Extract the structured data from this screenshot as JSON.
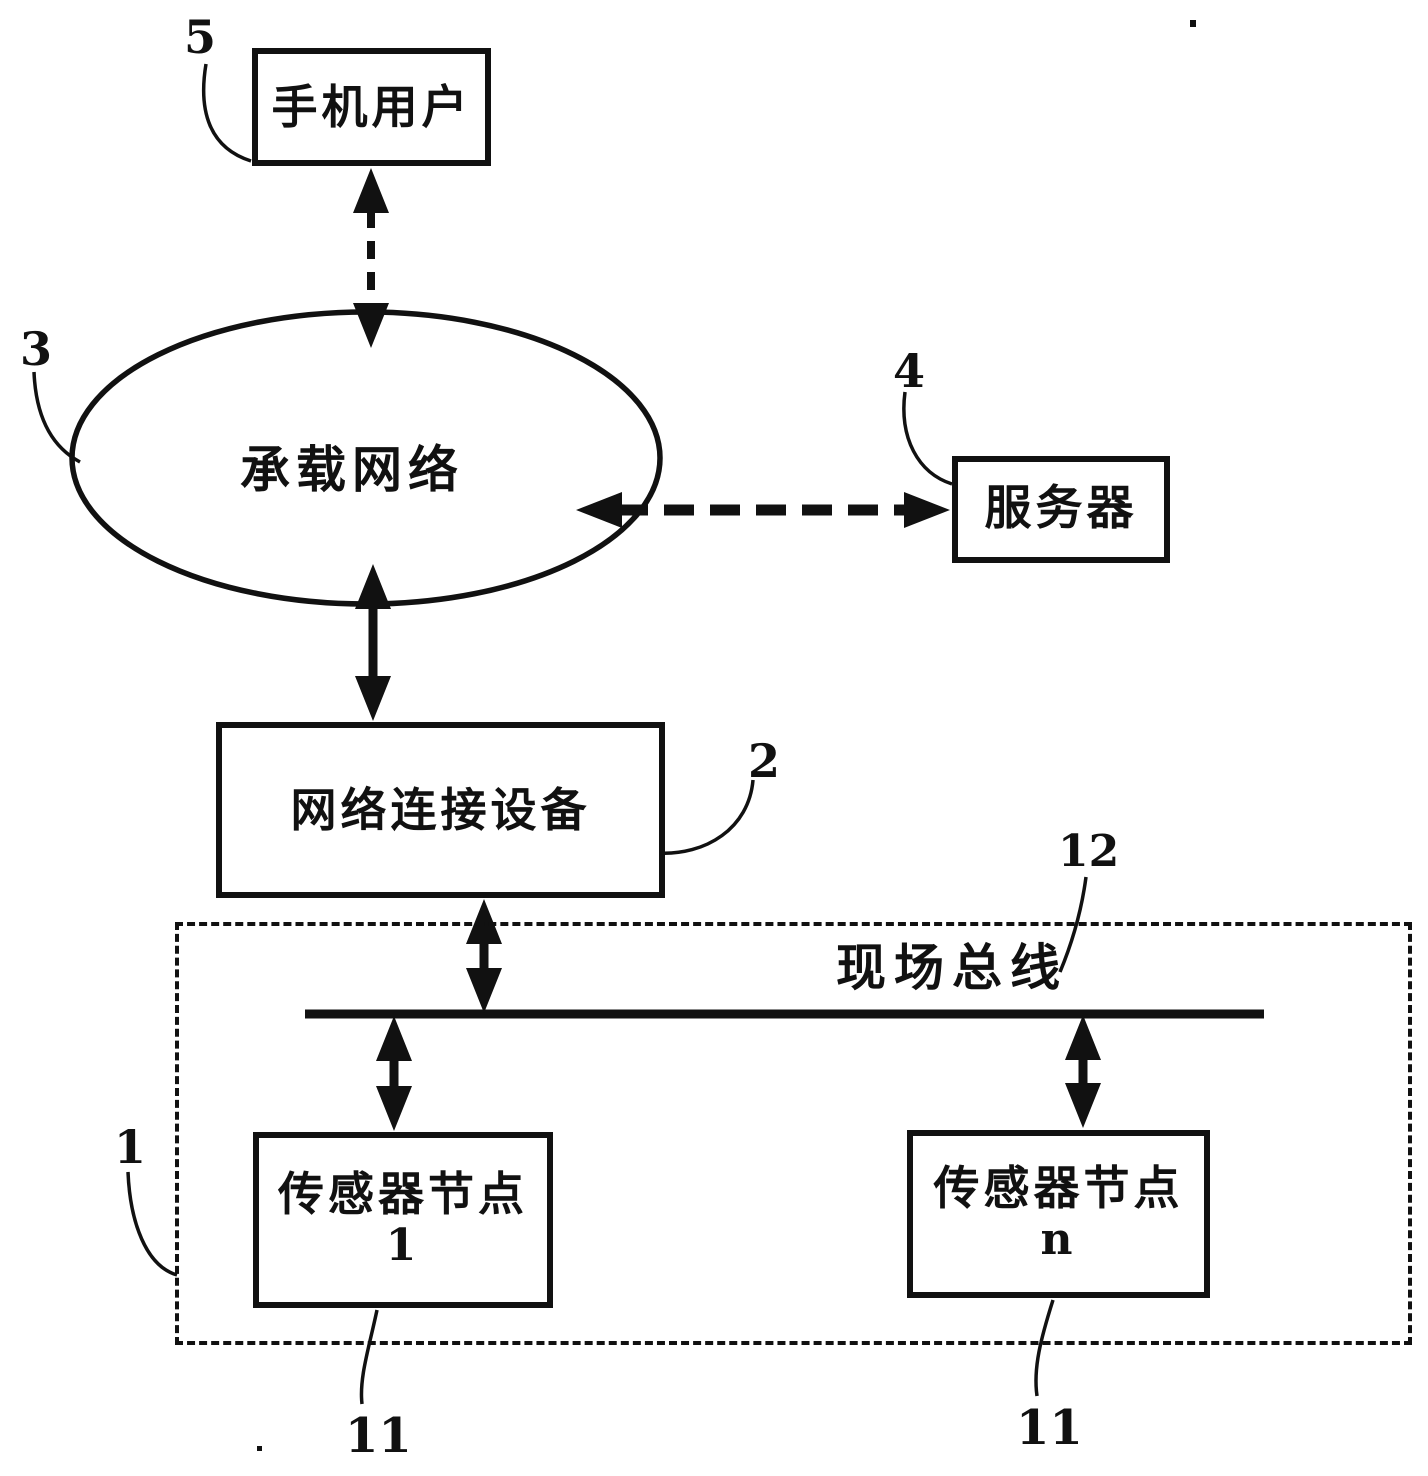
{
  "figure": {
    "type": "network-architecture-diagram",
    "colors": {
      "ink": "#111111",
      "background": "#ffffff"
    },
    "nodes": {
      "phone_user": {
        "label": "手机用户",
        "ref": "5"
      },
      "bearer_network": {
        "label": "承载网络",
        "ref": "3"
      },
      "server": {
        "label": "服务器",
        "ref": "4"
      },
      "network_device": {
        "label": "网络连接设备",
        "ref": "2"
      },
      "field_bus": {
        "label": "现场总线",
        "ref": "12"
      },
      "sensor_node_1": {
        "label": "传感器节点",
        "sub": "1",
        "ref": "11"
      },
      "sensor_node_n": {
        "label": "传感器节点",
        "sub": "n",
        "ref": "11"
      },
      "sensor_network": {
        "ref": "1"
      }
    }
  }
}
